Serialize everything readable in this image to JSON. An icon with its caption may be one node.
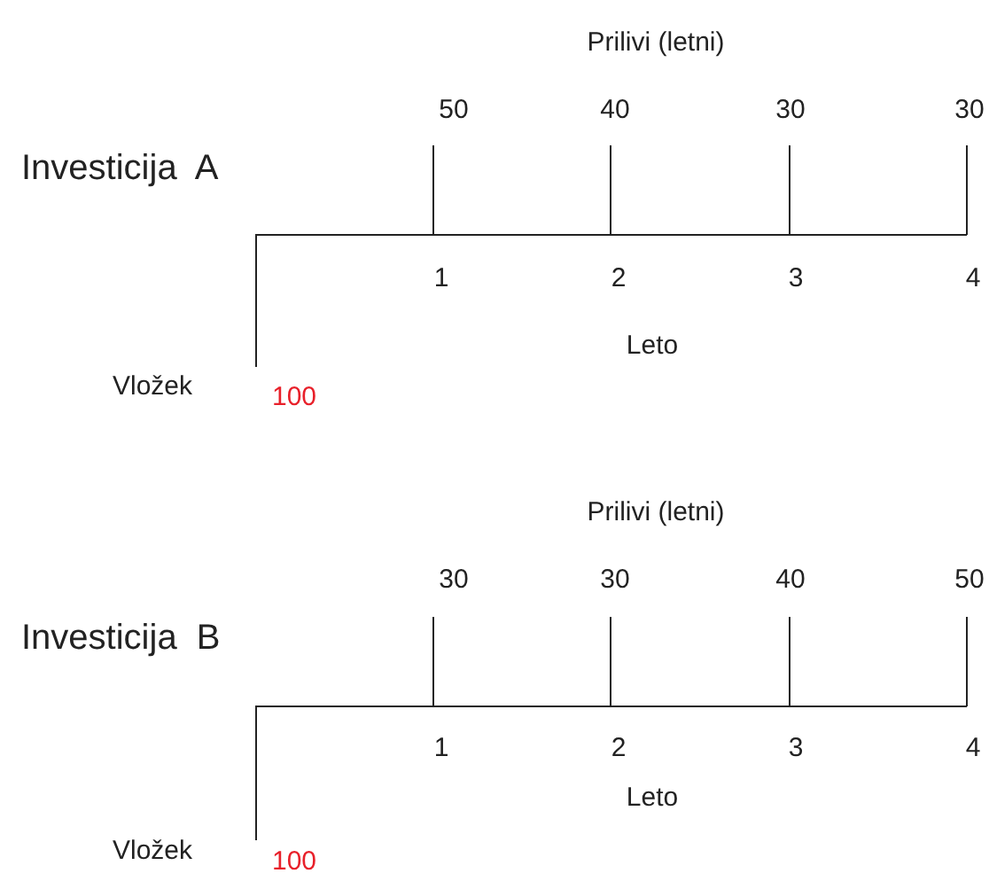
{
  "diagram": {
    "labels": [
      "Prilivi (letni)",
      "50",
      "40",
      "30",
      "30",
      "Investicija  A",
      "1",
      "2",
      "3",
      "4",
      "Leto",
      "Vložek",
      "100",
      "Prilivi (letni)",
      "30",
      "30",
      "40",
      "50",
      "Investicija  B",
      "1",
      "2",
      "3",
      "4",
      "Leto",
      "Vložek",
      "100"
    ]
  }
}
